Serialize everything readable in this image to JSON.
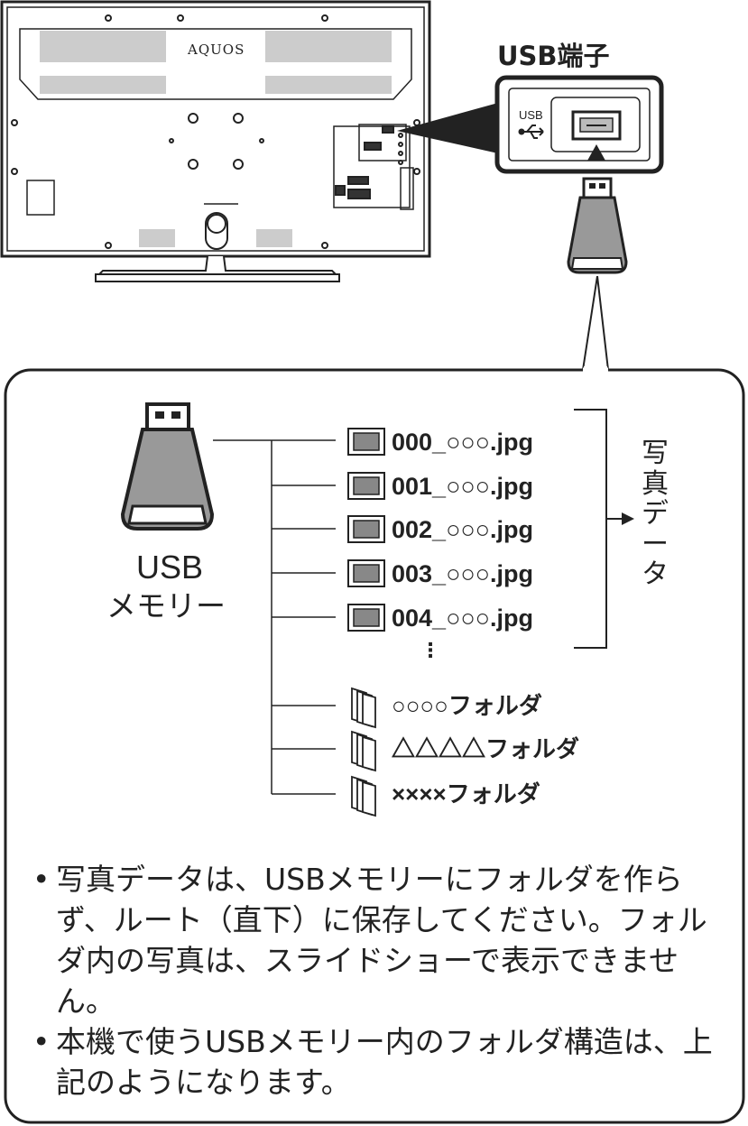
{
  "tv": {
    "brand": "AQUOS",
    "port_label": "USB端子",
    "port_usb_text": "USB"
  },
  "usb_memory": {
    "label_line1": "USB",
    "label_line2": "メモリー"
  },
  "files": [
    {
      "name": "000_○○○.jpg"
    },
    {
      "name": "001_○○○.jpg"
    },
    {
      "name": "002_○○○.jpg"
    },
    {
      "name": "003_○○○.jpg"
    },
    {
      "name": "004_○○○.jpg"
    }
  ],
  "ellipsis": "⋮",
  "photo_data_label": "写真データ",
  "folders": [
    {
      "name": "○○○○フォルダ"
    },
    {
      "name": "△△△△フォルダ"
    },
    {
      "name": "××××フォルダ"
    }
  ],
  "notes": {
    "bullet": "•",
    "note1": "写真データは、USBメモリーにフォルダを作らず、ルート（直下）に保存してください。フォルダ内の写真は、スライドショーで表示できません。",
    "note2": "本機で使うUSBメモリー内のフォルダ構造は、上記のようになります。"
  },
  "icons": [
    "usb-symbol-icon",
    "image-file-icon",
    "folder-icon",
    "usb-memory-icon"
  ]
}
